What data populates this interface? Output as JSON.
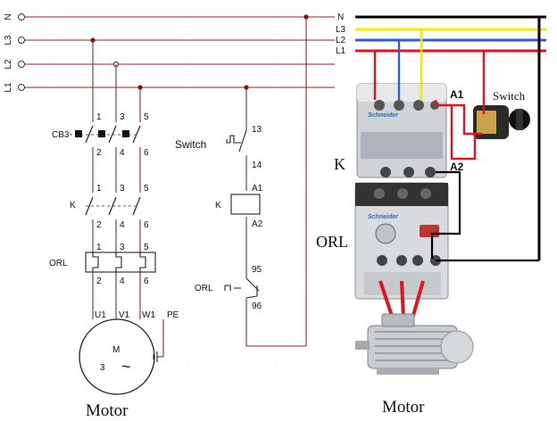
{
  "schematic": {
    "left_terminals": [
      "N",
      "L3",
      "L2",
      "L1"
    ],
    "cb3": {
      "label": "CB3",
      "top": [
        "1",
        "3",
        "5"
      ],
      "bottom": [
        "2",
        "4",
        "6"
      ]
    },
    "k": {
      "label": "K",
      "top": [
        "1",
        "3",
        "5"
      ],
      "bottom": [
        "2",
        "4",
        "6"
      ]
    },
    "orl": {
      "label": "ORL",
      "top": [
        "1",
        "3",
        "5"
      ],
      "bottom": [
        "2",
        "4",
        "6"
      ]
    },
    "motor_terminals": [
      "U1",
      "V1",
      "W1",
      "PE"
    ],
    "motor_symbol": {
      "letter": "M",
      "phase": "3",
      "wave": "~"
    },
    "motor_caption": "Motor",
    "control": {
      "switch_label": "Switch",
      "switch_top": "13",
      "switch_bottom": "14",
      "coil_label": "K",
      "coil_top": "A1",
      "coil_bottom": "A2",
      "orl_label": "ORL",
      "orl_top": "95",
      "orl_bottom": "96"
    }
  },
  "photo": {
    "bus_labels": [
      "N",
      "L3",
      "L2",
      "L1"
    ],
    "a1_label": "A1",
    "a2_label": "A2",
    "switch_label": "Switch",
    "k_label": "K",
    "orl_label": "ORL",
    "motor_caption": "Motor",
    "brand": "Schneider"
  },
  "colors": {
    "bus_red": "#e0141e",
    "bus_blue": "#2f5fd0",
    "bus_yellow": "#f2e800",
    "bus_black": "#000000",
    "schematic_node": "#7a1010",
    "schematic_line": "#8a2a2a"
  }
}
